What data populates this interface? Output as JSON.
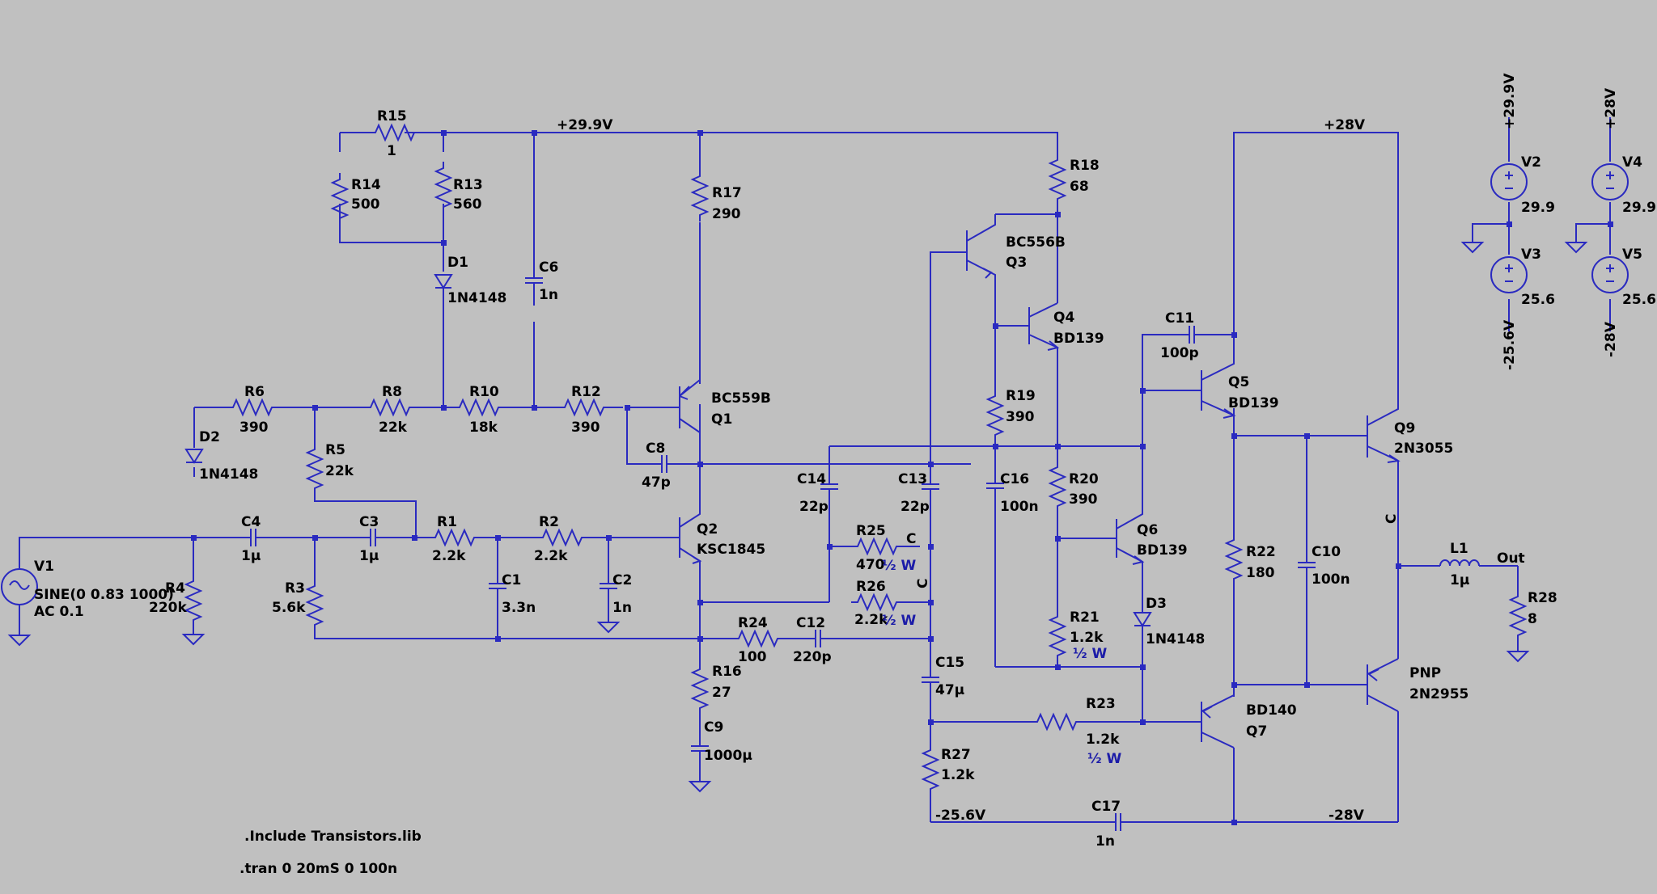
{
  "nets": {
    "vcc_preamp": "+29.9V",
    "vcc_out": "+28V",
    "vee_preamp": "-25.6V",
    "vee_out": "-28V",
    "out": "Out",
    "c_a": "C",
    "c_b": "C",
    "c_c": "C"
  },
  "components": {
    "R15": {
      "ref": "R15",
      "value": "1"
    },
    "R14": {
      "ref": "R14",
      "value": "500"
    },
    "R13": {
      "ref": "R13",
      "value": "560"
    },
    "R17": {
      "ref": "R17",
      "value": "290"
    },
    "R18": {
      "ref": "R18",
      "value": "68"
    },
    "R6": {
      "ref": "R6",
      "value": "390"
    },
    "R8": {
      "ref": "R8",
      "value": "22k"
    },
    "R10": {
      "ref": "R10",
      "value": "18k"
    },
    "R12": {
      "ref": "R12",
      "value": "390"
    },
    "R5": {
      "ref": "R5",
      "value": "22k"
    },
    "R1": {
      "ref": "R1",
      "value": "2.2k"
    },
    "R2": {
      "ref": "R2",
      "value": "2.2k"
    },
    "R3": {
      "ref": "R3",
      "value": "5.6k"
    },
    "R4": {
      "ref": "R4",
      "value": "220k"
    },
    "R16": {
      "ref": "R16",
      "value": "27"
    },
    "R24": {
      "ref": "R24",
      "value": "100"
    },
    "R25": {
      "ref": "R25",
      "value": "470",
      "power": "½ W"
    },
    "R26": {
      "ref": "R26",
      "value": "2.2k",
      "power": "½ W"
    },
    "R19": {
      "ref": "R19",
      "value": "390"
    },
    "R20": {
      "ref": "R20",
      "value": "390"
    },
    "R21": {
      "ref": "R21",
      "value": "1.2k",
      "power": "½ W"
    },
    "R22": {
      "ref": "R22",
      "value": "180"
    },
    "R23": {
      "ref": "R23",
      "value": "1.2k",
      "power": "½ W"
    },
    "R27": {
      "ref": "R27",
      "value": "1.2k"
    },
    "R28": {
      "ref": "R28",
      "value": "8"
    },
    "C6": {
      "ref": "C6",
      "value": "1n"
    },
    "C8": {
      "ref": "C8",
      "value": "47p"
    },
    "C4": {
      "ref": "C4",
      "value": "1µ"
    },
    "C3": {
      "ref": "C3",
      "value": "1µ"
    },
    "C1": {
      "ref": "C1",
      "value": "3.3n"
    },
    "C2": {
      "ref": "C2",
      "value": "1n"
    },
    "C9": {
      "ref": "C9",
      "value": "1000µ"
    },
    "C12": {
      "ref": "C12",
      "value": "220p"
    },
    "C14": {
      "ref": "C14",
      "value": "22p"
    },
    "C13": {
      "ref": "C13",
      "value": "22p"
    },
    "C15": {
      "ref": "C15",
      "value": "47µ"
    },
    "C16": {
      "ref": "C16",
      "value": "100n"
    },
    "C11": {
      "ref": "C11",
      "value": "100p"
    },
    "C10": {
      "ref": "C10",
      "value": "100n"
    },
    "C17": {
      "ref": "C17",
      "value": "1n"
    },
    "D1": {
      "ref": "D1",
      "value": "1N4148"
    },
    "D2": {
      "ref": "D2",
      "value": "1N4148"
    },
    "D3": {
      "ref": "D3",
      "value": "1N4148"
    },
    "Q1": {
      "ref": "Q1",
      "value": "BC559B"
    },
    "Q2": {
      "ref": "Q2",
      "value": "KSC1845"
    },
    "Q3": {
      "ref": "Q3",
      "value": "BC556B"
    },
    "Q4": {
      "ref": "Q4",
      "value": "BD139"
    },
    "Q5": {
      "ref": "Q5",
      "value": "BD139"
    },
    "Q6": {
      "ref": "Q6",
      "value": "BD139"
    },
    "Q7": {
      "ref": "Q7",
      "value": "BD140"
    },
    "Q8": {
      "ref": "PNP",
      "value": "2N2955"
    },
    "Q9": {
      "ref": "Q9",
      "value": "2N3055"
    },
    "L1": {
      "ref": "L1",
      "value": "1µ"
    },
    "V1": {
      "ref": "V1",
      "value": "SINE(0 0.83 1000)",
      "ac": "AC 0.1"
    },
    "V2": {
      "ref": "V2",
      "value": "29.9"
    },
    "V3": {
      "ref": "V3",
      "value": "25.6"
    },
    "V4": {
      "ref": "V4",
      "value": "29.9"
    },
    "V5": {
      "ref": "V5",
      "value": "25.6"
    }
  },
  "supply_labels": {
    "v2_top": "+29.9V",
    "v3_bot": "-25.6V",
    "v4_top": "+28V",
    "v5_bot": "-28V"
  },
  "directives": {
    "include": ".Include Transistors.lib",
    "tran": ".tran 0 20mS 0 100n"
  }
}
